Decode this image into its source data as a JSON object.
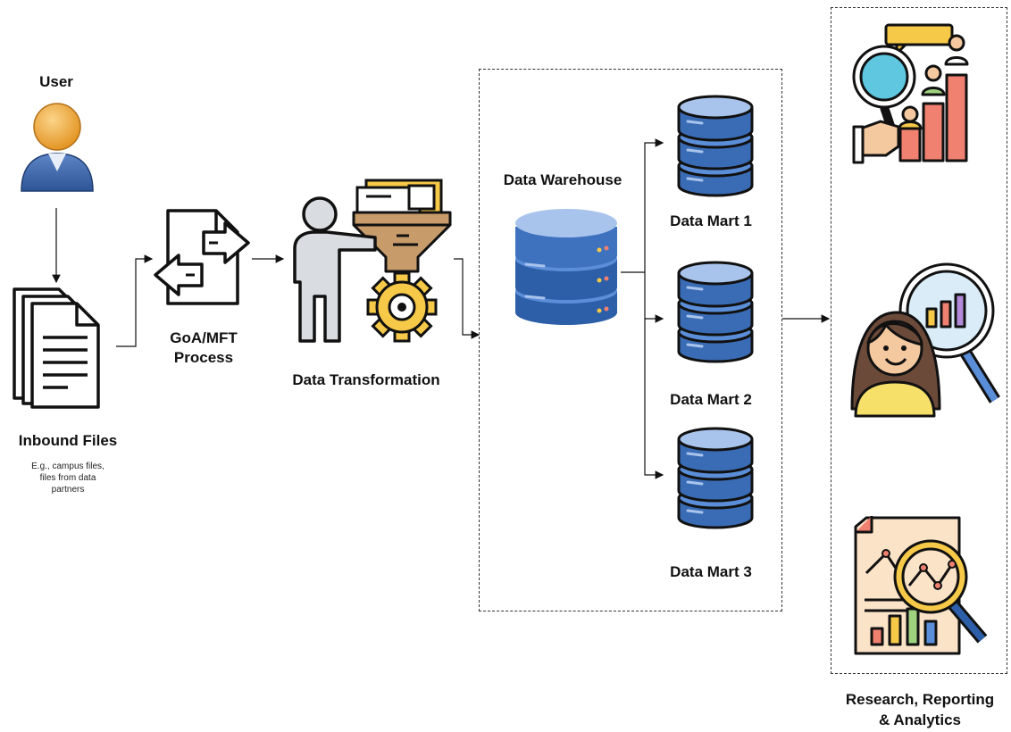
{
  "nodes": {
    "user": {
      "label": "User"
    },
    "inbound_files": {
      "label": "Inbound Files",
      "caption_lines": [
        "E.g., campus files,",
        "files from data",
        "partners"
      ]
    },
    "transfer": {
      "label_lines": [
        "GoA/MFT",
        "Process"
      ]
    },
    "transformation": {
      "label": "Data Transformation"
    },
    "warehouse": {
      "label": "Data Warehouse"
    },
    "marts": [
      {
        "label": "Data Mart 1"
      },
      {
        "label": "Data Mart 2"
      },
      {
        "label": "Data Mart 3"
      }
    ],
    "outputs": {
      "label_lines": [
        "Research, Reporting",
        "& Analytics"
      ]
    }
  },
  "icons": [
    "user-icon",
    "documents-icon",
    "file-transfer-icon",
    "person-funnel-gear-icon",
    "database-icon",
    "magnifier-chart-icon",
    "woman-magnifier-icon",
    "report-magnifier-icon"
  ],
  "colors": {
    "db_light": "#a9c4ec",
    "db_mid": "#5b8ed8",
    "db_dark": "#2d5fa8",
    "outline": "#111111",
    "accent_yellow": "#f7c948",
    "accent_red": "#f08070",
    "accent_teal": "#5fc7e0"
  }
}
